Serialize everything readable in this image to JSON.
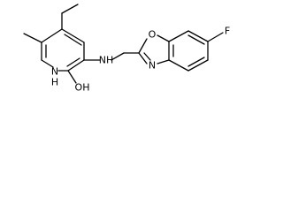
{
  "molecule": {
    "atom_labels": {
      "nitrogen_pyridine": "N",
      "hydrogen_on_pyridine_n": "H",
      "hydroxyl": "OH",
      "amine": "NH",
      "oxazole_oxygen": "O",
      "oxazole_nitrogen": "N",
      "fluorine": "F"
    }
  }
}
